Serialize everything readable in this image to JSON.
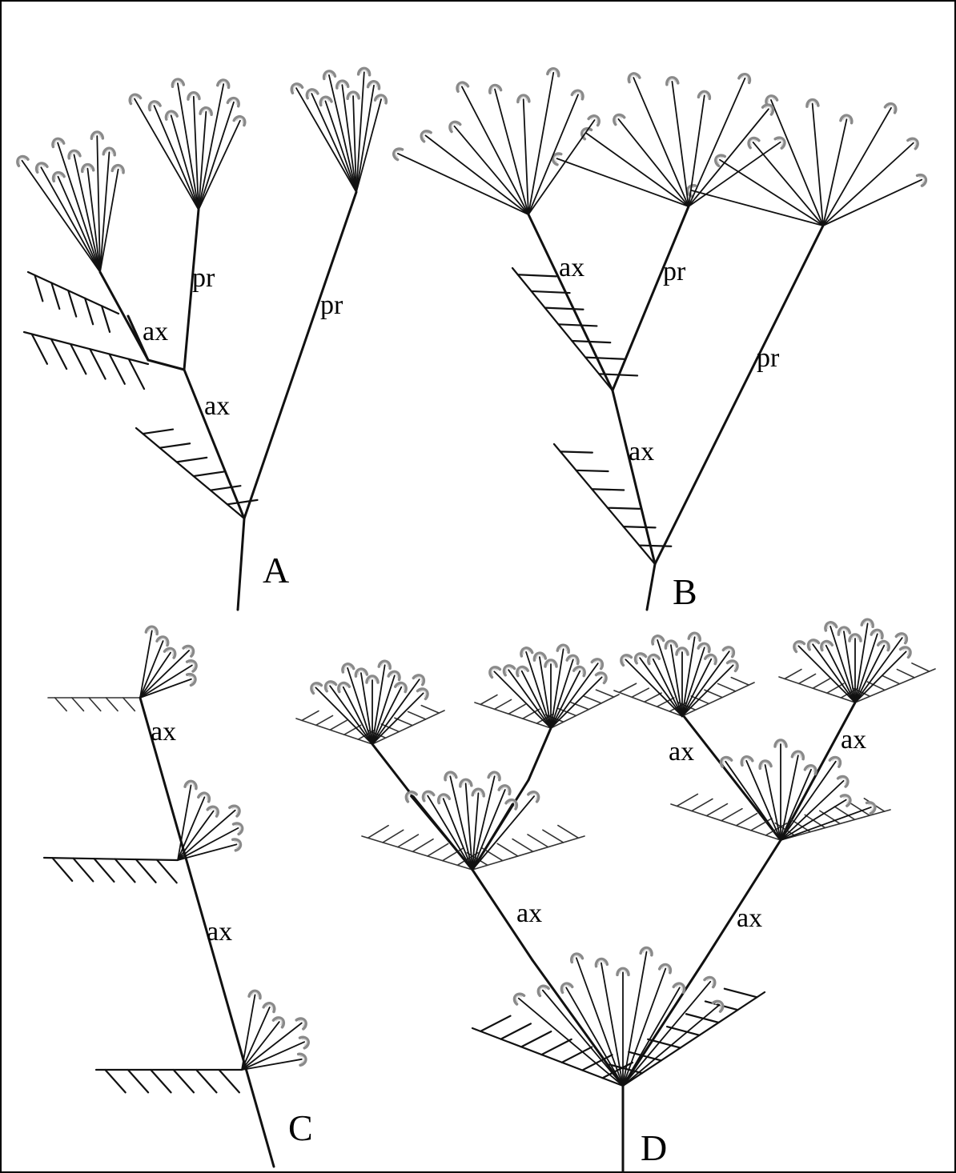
{
  "panels": [
    {
      "id": "A",
      "label": "A",
      "annotations": [
        "ax",
        "ax",
        "pr",
        "pr"
      ]
    },
    {
      "id": "B",
      "label": "B",
      "annotations": [
        "ax",
        "ax",
        "pr",
        "pr"
      ]
    },
    {
      "id": "C",
      "label": "C",
      "annotations": [
        "ax",
        "ax"
      ]
    },
    {
      "id": "D",
      "label": "D",
      "annotations": [
        "ax",
        "ax",
        "ax",
        "ax"
      ]
    }
  ],
  "colors": {
    "stroke": "#111111",
    "flower": "#8a8a8a",
    "background": "#ffffff"
  }
}
